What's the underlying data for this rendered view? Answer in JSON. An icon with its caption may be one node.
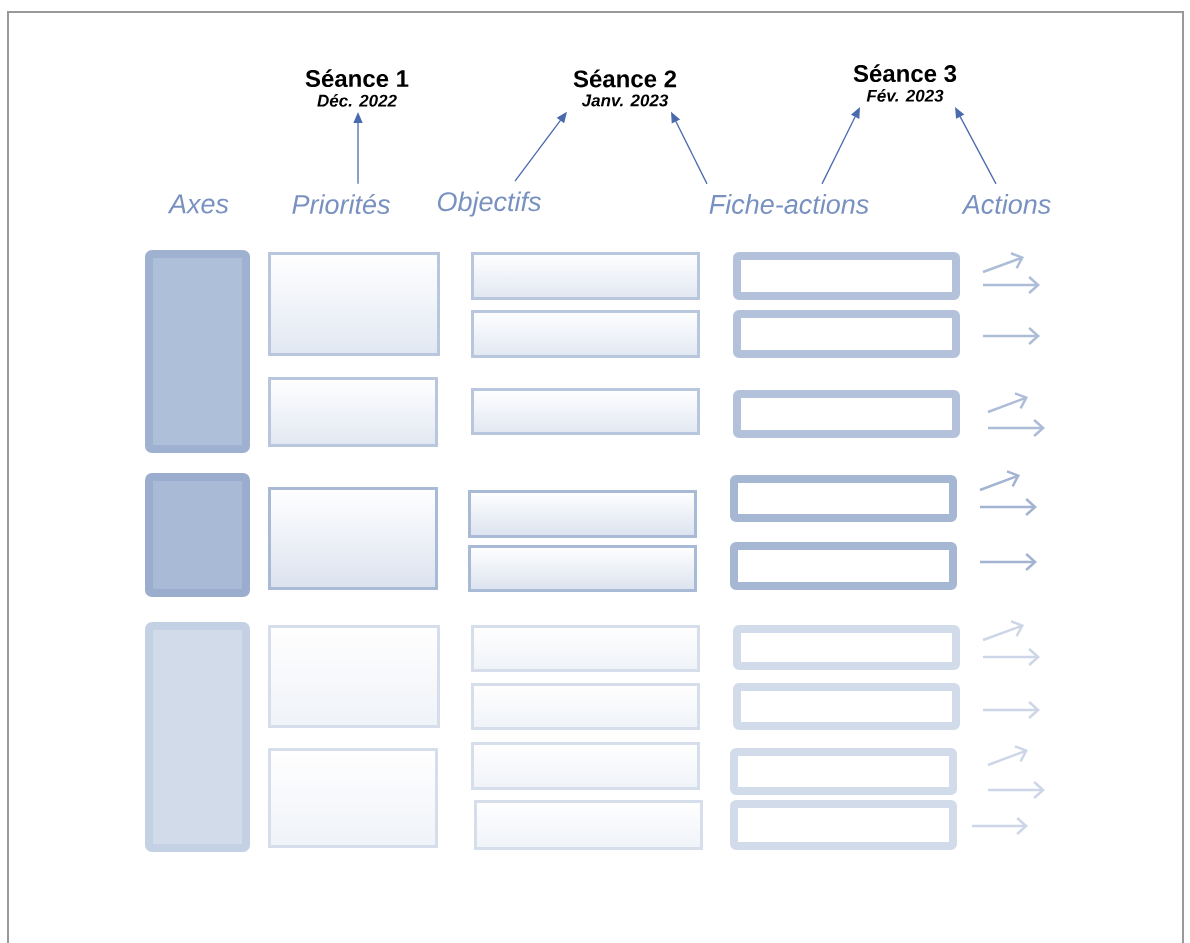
{
  "diagram": {
    "nodes": [
      {
        "text": [
          "Séance 1",
          "Déc. 2022"
        ]
      },
      {
        "text": [
          "Séance 2",
          "Janv. 2023"
        ]
      },
      {
        "text": [
          "Séance 3",
          "Fév. 2023"
        ]
      },
      {
        "text": [
          "Axes"
        ]
      },
      {
        "text": [
          "Priorités"
        ]
      },
      {
        "text": [
          "Objectifs"
        ]
      },
      {
        "text": [
          "Fiche-actions"
        ]
      },
      {
        "text": [
          "Actions"
        ]
      },
      {
        "text": [],
        "shape": "box"
      },
      {
        "text": [],
        "shape": "box"
      },
      {
        "text": [],
        "shape": "box"
      },
      {
        "text": [],
        "shape": "box"
      },
      {
        "text": [],
        "shape": "box"
      },
      {
        "text": [],
        "shape": "box"
      },
      {
        "text": [],
        "shape": "box"
      },
      {
        "text": [],
        "shape": "box"
      },
      {
        "text": [],
        "shape": "box"
      },
      {
        "text": [],
        "shape": "box"
      },
      {
        "text": [],
        "shape": "box"
      },
      {
        "text": [],
        "shape": "box"
      },
      {
        "text": [],
        "shape": "box"
      },
      {
        "text": [],
        "shape": "box"
      },
      {
        "text": [],
        "shape": "box"
      },
      {
        "text": [],
        "shape": "box"
      },
      {
        "text": [],
        "shape": "box"
      },
      {
        "text": [],
        "shape": "box"
      },
      {
        "text": [],
        "shape": "box"
      },
      {
        "text": [],
        "shape": "box"
      },
      {
        "text": [],
        "shape": "box"
      },
      {
        "text": [],
        "shape": "box"
      },
      {
        "text": [],
        "shape": "box"
      },
      {
        "text": [],
        "shape": "box"
      },
      {
        "text": [],
        "shape": "box"
      },
      {
        "text": [],
        "shape": "box"
      }
    ],
    "edges": [
      {
        "from": 4,
        "to": 0,
        "arrow": "to"
      },
      {
        "from": 5,
        "to": 1,
        "arrow": "to"
      },
      {
        "from": 6,
        "to": 1,
        "arrow": "to"
      },
      {
        "from": 6,
        "to": 2,
        "arrow": "to"
      },
      {
        "from": 7,
        "to": 2,
        "arrow": "to"
      }
    ]
  }
}
